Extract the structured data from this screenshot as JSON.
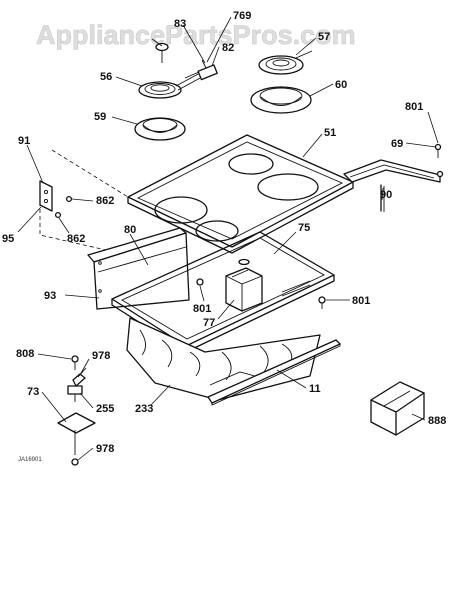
{
  "watermark": "AppliancePartsPros.com",
  "drawing_code": "JA16901",
  "part_numbers": {
    "p769": "769",
    "p83": "83",
    "p82": "82",
    "p57": "57",
    "p56": "56",
    "p60": "60",
    "p59": "59",
    "p801a": "801",
    "p69": "69",
    "p51": "51",
    "p91": "91",
    "p862a": "862",
    "p90": "90",
    "p95": "95",
    "p862b": "862",
    "p80": "80",
    "p75": "75",
    "p93": "93",
    "p801b": "801",
    "p801c": "801",
    "p77": "77",
    "p808": "808",
    "p978a": "978",
    "p73": "73",
    "p255": "255",
    "p233": "233",
    "p11": "11",
    "p888": "888",
    "p978b": "978"
  }
}
